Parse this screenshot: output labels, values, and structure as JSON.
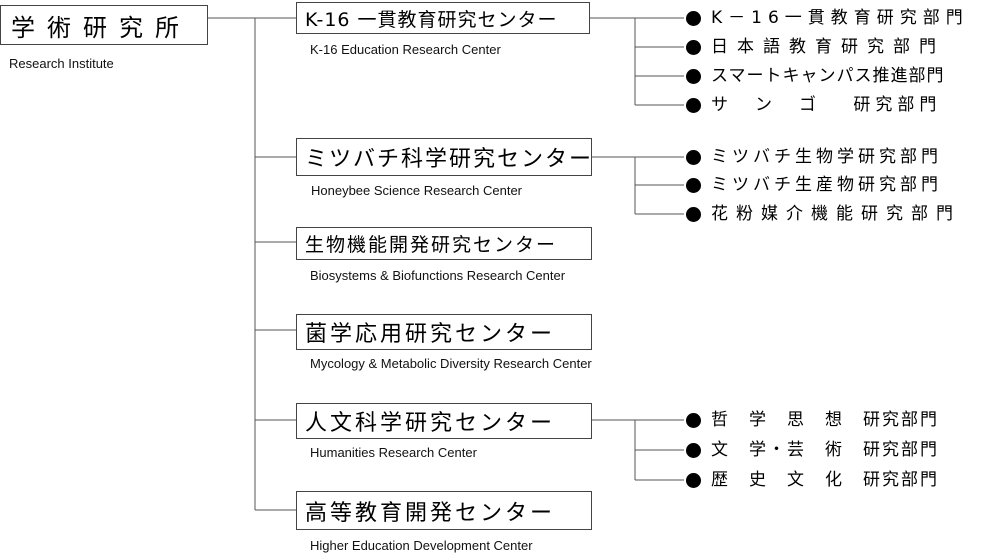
{
  "root": {
    "title": "学術研究所",
    "subtitle": "Research Institute"
  },
  "centers": [
    {
      "name": "K-16 一貫教育研究センター",
      "english": "K-16  Education Research Center",
      "departments": [
        "K－16一貫教育研究部門",
        "日本語教育研究部門",
        "スマートキャンパス推進部門",
        "サ　ン　ゴ　 研究部門"
      ]
    },
    {
      "name": "ミツバチ科学研究センター",
      "english": "Honeybee Science Research Center",
      "departments": [
        "ミツバチ生物学研究部門",
        "ミツバチ生産物研究部門",
        "花粉媒介機能研究部門"
      ]
    },
    {
      "name": "生物機能開発研究センター",
      "english": "Biosystems & Biofunctions  Research Center",
      "departments": []
    },
    {
      "name": "菌学応用研究センター",
      "english": "Mycology & Metabolic Diversity Research Center",
      "departments": []
    },
    {
      "name": "人文科学研究センター",
      "english": "Humanities Research Center",
      "departments": [
        "哲　学　思　想　研究部門",
        "文　学・芸　術　研究部門",
        "歴　史　文　化　研究部門"
      ]
    },
    {
      "name": "高等教育開発センター",
      "english": "Higher Education  Development Center",
      "departments": []
    }
  ]
}
